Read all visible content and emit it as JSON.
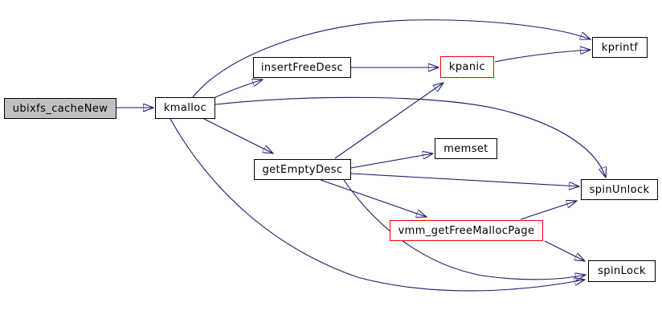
{
  "diagram": {
    "type": "call-graph",
    "background_color": "#ffffff",
    "edge_color": "#191970",
    "focus_fill_color": "#c0c0c0",
    "normal_border_color": "#000000",
    "highlight_border_color": "#ff0000",
    "nodes": {
      "ubixfs_cacheNew": {
        "label": "ubixfs_cacheNew",
        "kind": "focus"
      },
      "kmalloc": {
        "label": "kmalloc",
        "kind": "normal"
      },
      "insertFreeDesc": {
        "label": "insertFreeDesc",
        "kind": "normal"
      },
      "kpanic": {
        "label": "kpanic",
        "kind": "highlighted"
      },
      "kprintf": {
        "label": "kprintf",
        "kind": "normal"
      },
      "getEmptyDesc": {
        "label": "getEmptyDesc",
        "kind": "normal"
      },
      "memset": {
        "label": "memset",
        "kind": "normal"
      },
      "spinUnlock": {
        "label": "spinUnlock",
        "kind": "normal"
      },
      "vmm_getFreeMallocPage": {
        "label": "vmm_getFreeMallocPage",
        "kind": "highlighted"
      },
      "spinLock": {
        "label": "spinLock",
        "kind": "normal"
      }
    },
    "edges": [
      {
        "from": "ubixfs_cacheNew",
        "to": "kmalloc"
      },
      {
        "from": "kmalloc",
        "to": "kprintf"
      },
      {
        "from": "kmalloc",
        "to": "insertFreeDesc"
      },
      {
        "from": "kmalloc",
        "to": "spinUnlock"
      },
      {
        "from": "kmalloc",
        "to": "getEmptyDesc"
      },
      {
        "from": "kmalloc",
        "to": "spinLock"
      },
      {
        "from": "insertFreeDesc",
        "to": "kpanic"
      },
      {
        "from": "kpanic",
        "to": "kprintf"
      },
      {
        "from": "getEmptyDesc",
        "to": "kpanic"
      },
      {
        "from": "getEmptyDesc",
        "to": "memset"
      },
      {
        "from": "getEmptyDesc",
        "to": "spinUnlock"
      },
      {
        "from": "getEmptyDesc",
        "to": "vmm_getFreeMallocPage"
      },
      {
        "from": "getEmptyDesc",
        "to": "spinLock"
      },
      {
        "from": "vmm_getFreeMallocPage",
        "to": "spinUnlock"
      },
      {
        "from": "vmm_getFreeMallocPage",
        "to": "spinLock"
      }
    ]
  }
}
